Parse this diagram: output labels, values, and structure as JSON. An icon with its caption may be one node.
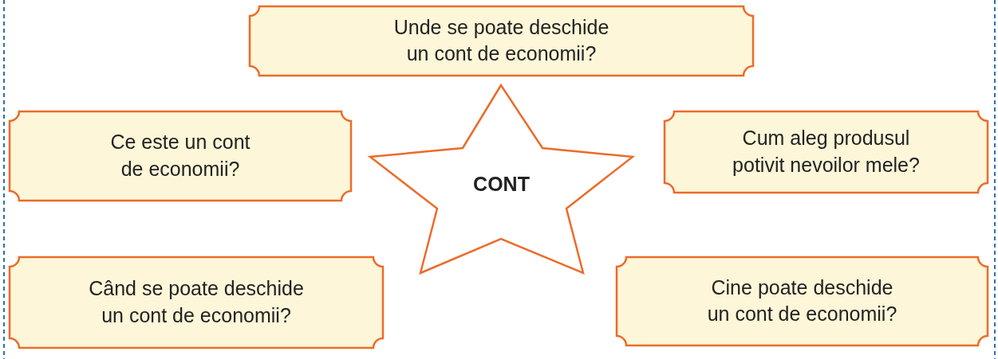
{
  "diagram": {
    "nodes": [
      {
        "text": [
          "Unde se poate deschide un cont de economii?"
        ]
      },
      {
        "text": [
          "Ce este un cont de economii?"
        ]
      },
      {
        "text": [
          "CONT"
        ]
      },
      {
        "text": [
          "Cum aleg produsul potivit nevoilor mele?"
        ]
      },
      {
        "text": [
          "Când se poate deschide un cont de economii?"
        ]
      },
      {
        "text": [
          "Cine poate deschide un cont de economii?"
        ]
      }
    ]
  }
}
